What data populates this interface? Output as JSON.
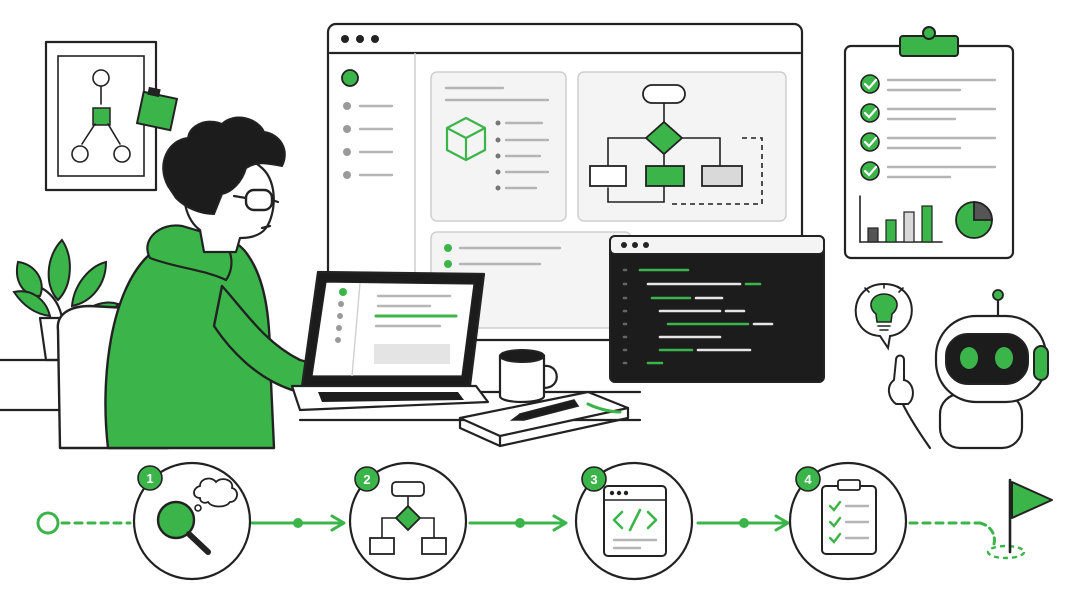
{
  "colors": {
    "accent": "#3bb54a",
    "accent_dark": "#2e9a3c",
    "ink": "#222222",
    "muted": "#9a9a9a",
    "panel": "#f4f4f4",
    "terminal": "#1c1c1c"
  },
  "workflow_steps": [
    {
      "number": "1",
      "icon": "magnifier-thought-icon"
    },
    {
      "number": "2",
      "icon": "flowchart-icon"
    },
    {
      "number": "3",
      "icon": "code-window-icon"
    },
    {
      "number": "4",
      "icon": "checklist-clipboard-icon"
    }
  ],
  "icons": [
    "wall-diagram-icon",
    "sticky-note-icon",
    "plant-icon",
    "laptop-icon",
    "coffee-mug-icon",
    "notebook-pen-icon",
    "cube-icon",
    "lightbulb-icon",
    "robot-assistant-icon",
    "goal-flag-icon",
    "bar-chart-icon",
    "pie-chart-icon"
  ]
}
